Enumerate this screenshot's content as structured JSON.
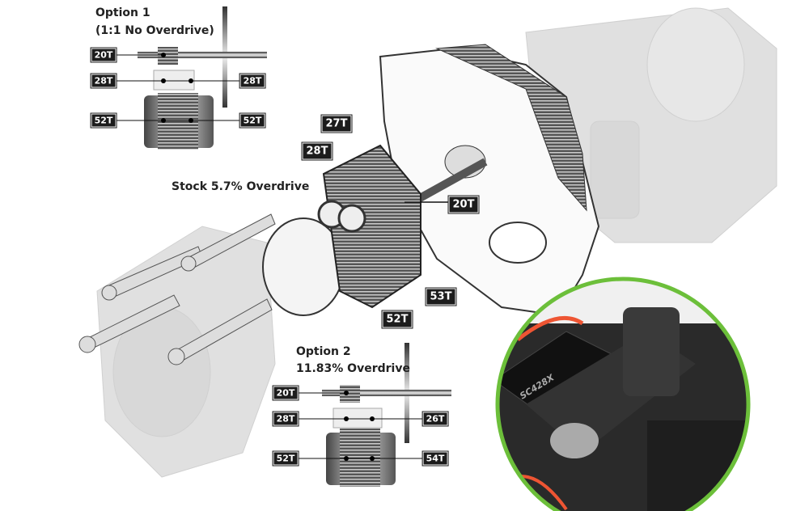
{
  "option1": {
    "title": "Option 1",
    "subtitle": "(1:1 No Overdrive)",
    "labels": {
      "top": "20T",
      "mid_left": "28T",
      "mid_right": "28T",
      "bot_left": "52T",
      "bot_right": "52T"
    }
  },
  "stock": {
    "title": "Stock 5.7% Overdrive",
    "labels": {
      "a": "27T",
      "b": "28T",
      "c": "20T",
      "d": "53T",
      "e": "52T"
    }
  },
  "option2": {
    "title": "Option 2",
    "subtitle": "11.83% Overdrive",
    "labels": {
      "top": "20T",
      "mid_left": "28T",
      "mid_right": "26T",
      "bot_left": "52T",
      "bot_right": "54T"
    }
  },
  "photo": {
    "esc_label": "SC428X",
    "ring_color": "#6cbf3a"
  },
  "colors": {
    "tag_bg": "#1c1c1c",
    "ghost": "#c8c8c8"
  }
}
